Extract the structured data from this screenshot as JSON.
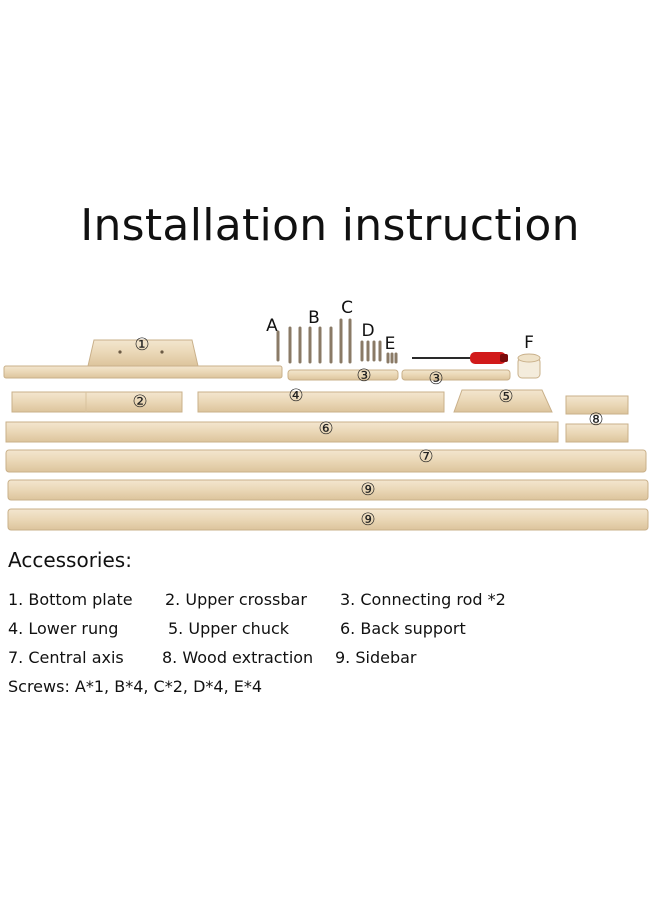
{
  "title": "Installation instruction",
  "diagram": {
    "callouts": [
      "①",
      "②",
      "③",
      "③",
      "④",
      "⑤",
      "⑥",
      "⑦",
      "⑧",
      "⑨",
      "⑨"
    ],
    "screw_letters": [
      "A",
      "B",
      "C",
      "D",
      "E",
      "F"
    ]
  },
  "accessories": {
    "heading": "Accessories:",
    "items": [
      "1. Bottom plate",
      "2. Upper crossbar",
      "3. Connecting rod *2",
      "4. Lower rung",
      "5. Upper chuck",
      "6. Back support",
      "7. Central axis",
      "8. Wood extraction",
      "9. Sidebar"
    ],
    "screws": "Screws: A*1, B*4, C*2, D*4, E*4"
  },
  "colors": {
    "wood": "#ecdcc0",
    "wood_edge": "#c9b08a",
    "screwdriver_handle": "#d11a1a"
  }
}
